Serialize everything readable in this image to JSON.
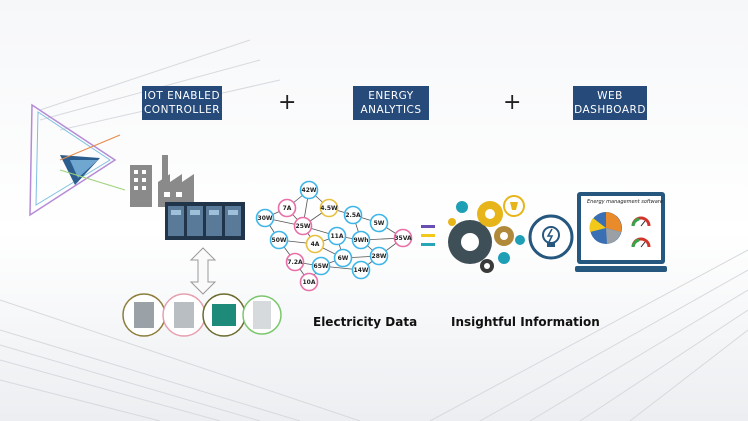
{
  "boxes": {
    "controller": "IOT ENABLED\nCONTROLLER",
    "analytics": "ENERGY\nANALYTICS",
    "dashboard": "WEB\nDASHBOARD"
  },
  "operators": {
    "plus1": "+",
    "plus2": "+",
    "equals": "≡"
  },
  "captions": {
    "electricity": "Electricity Data",
    "insight": "Insightful Information"
  },
  "graph_nodes": [
    {
      "id": "n1",
      "label": "30W"
    },
    {
      "id": "n2",
      "label": "7A"
    },
    {
      "id": "n3",
      "label": "42W"
    },
    {
      "id": "n4",
      "label": "4.5W"
    },
    {
      "id": "n5",
      "label": "2.5A"
    },
    {
      "id": "n6",
      "label": "5W"
    },
    {
      "id": "n7",
      "label": "25W"
    },
    {
      "id": "n8",
      "label": "11A"
    },
    {
      "id": "n9",
      "label": "9Wh"
    },
    {
      "id": "n10",
      "label": "35VA"
    },
    {
      "id": "n11",
      "label": "50W"
    },
    {
      "id": "n12",
      "label": "4A"
    },
    {
      "id": "n13",
      "label": "6W"
    },
    {
      "id": "n14",
      "label": "28W"
    },
    {
      "id": "n15",
      "label": "7.2A"
    },
    {
      "id": "n16",
      "label": "65W"
    },
    {
      "id": "n17",
      "label": "14W"
    },
    {
      "id": "n18",
      "label": "10A"
    }
  ],
  "dashboard_screen": {
    "title": "Energy management software"
  },
  "colors": {
    "box": "#264b7a",
    "gear_dark": "#3f4f57",
    "gear_yellow": "#e7b51a",
    "gear_teal": "#1f9fb5",
    "pie_orange": "#e98a2b",
    "pie_blue": "#3a6fb3"
  }
}
